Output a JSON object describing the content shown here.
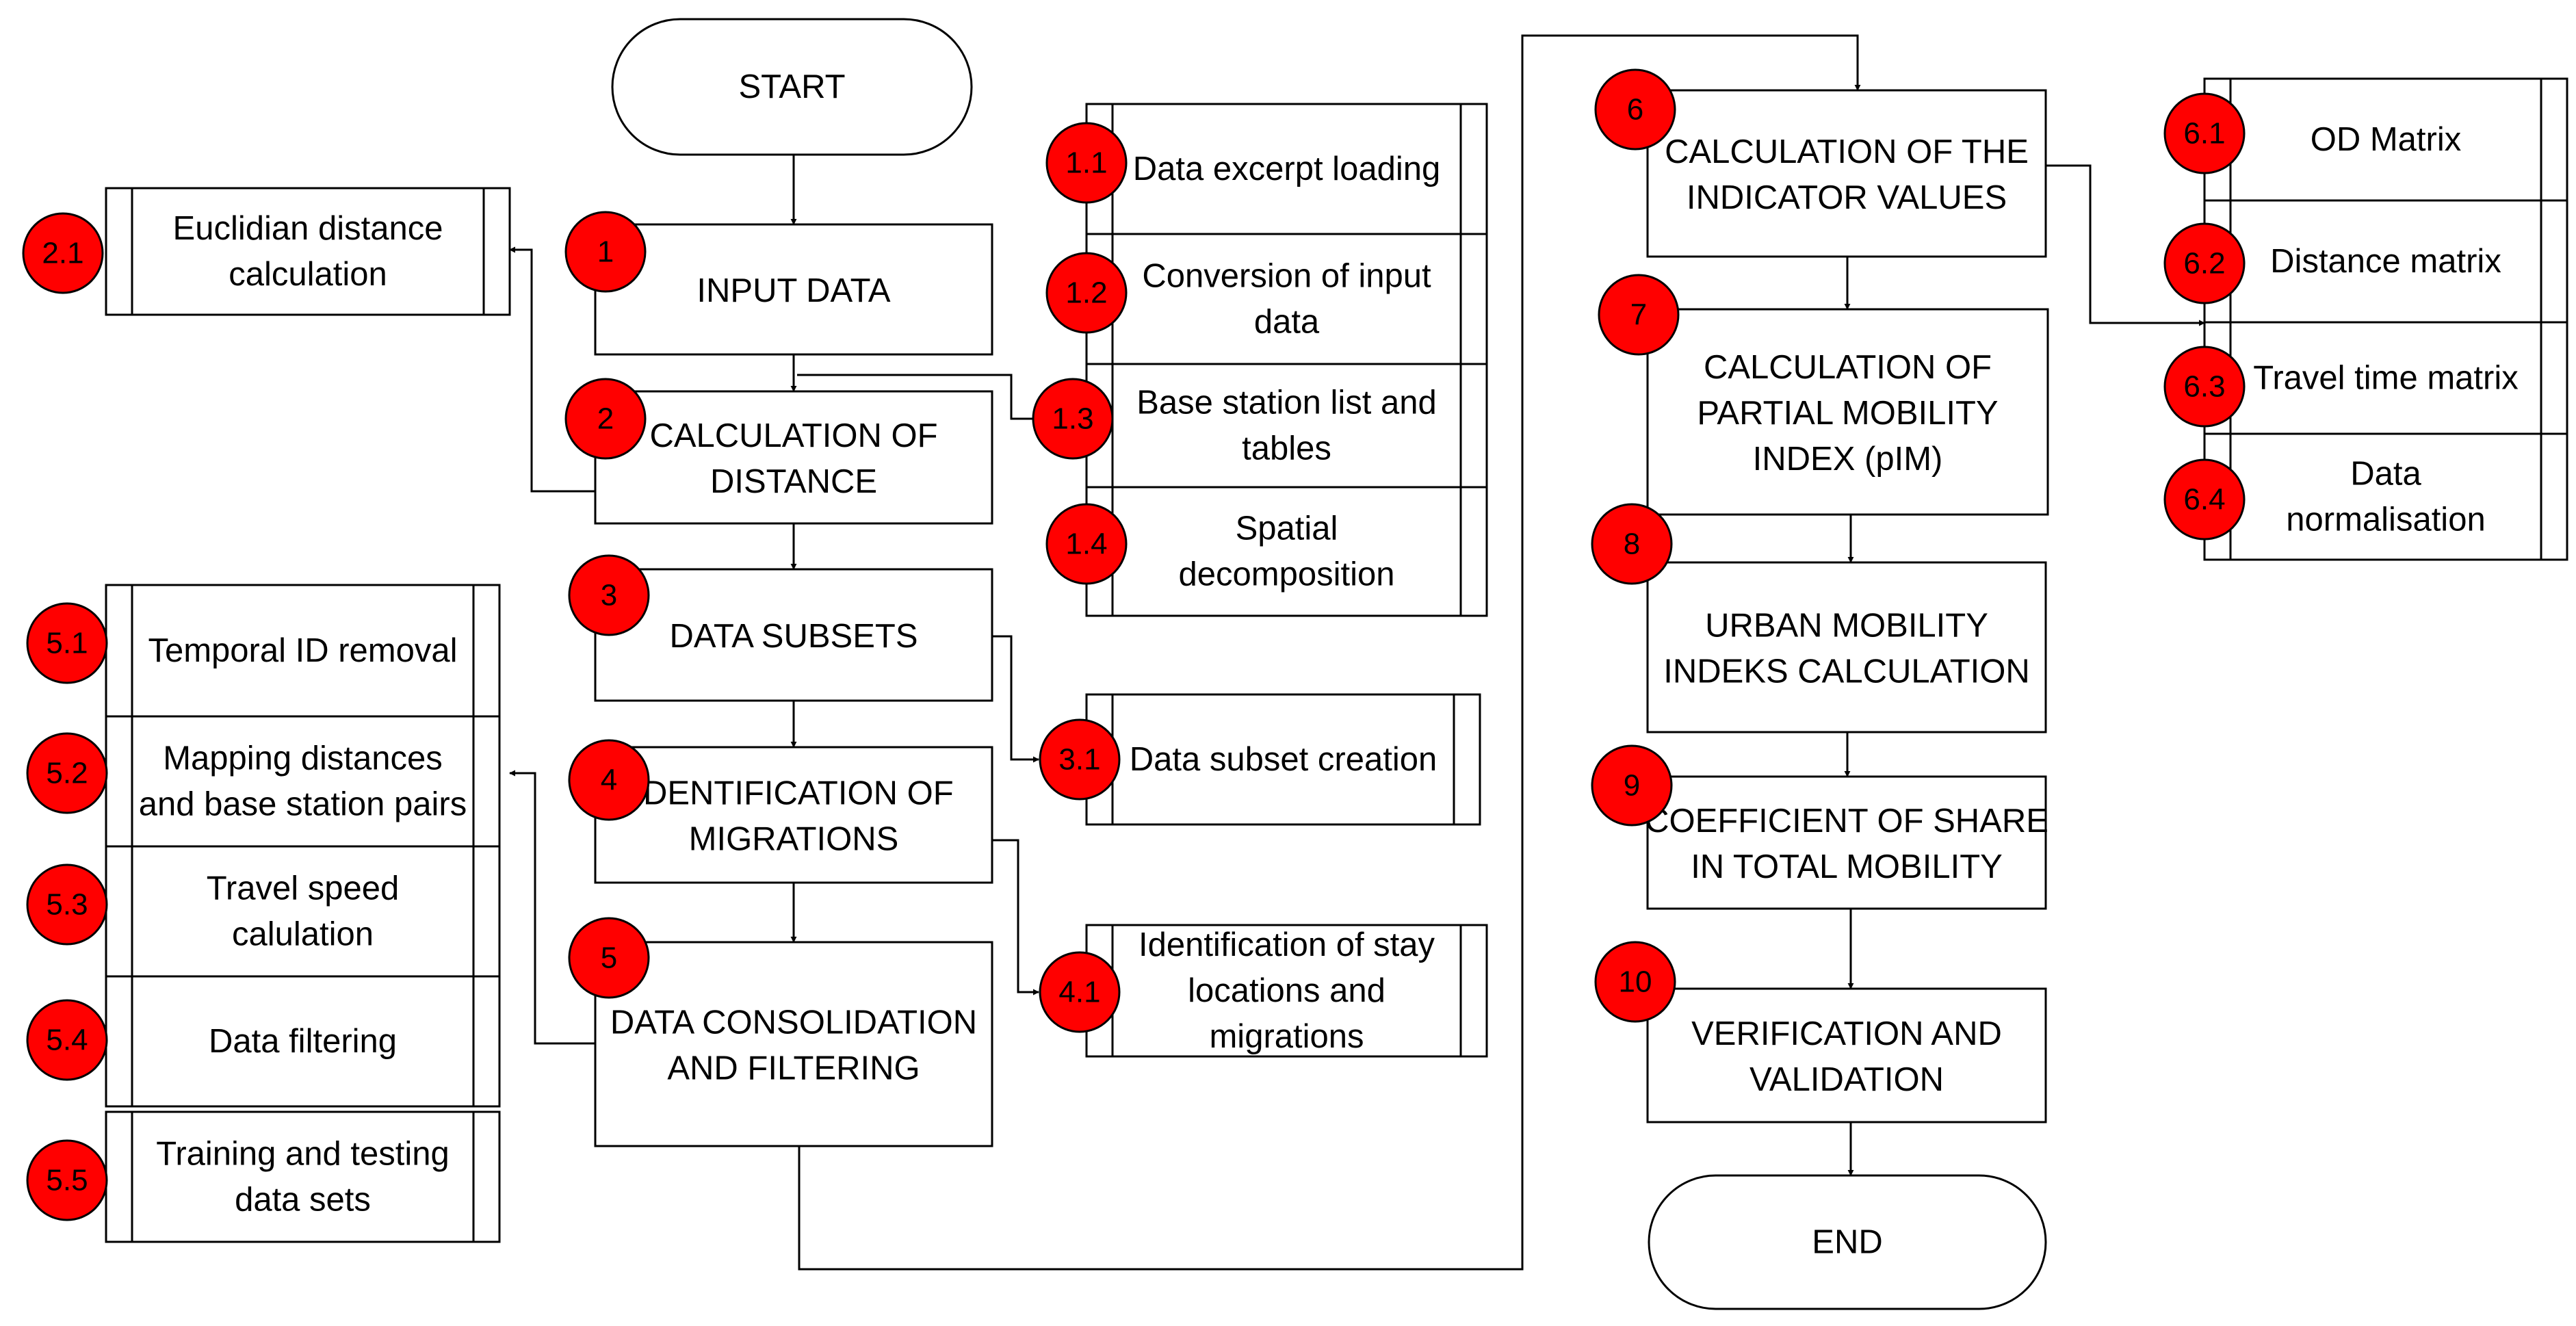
{
  "colors": {
    "badge": "#ff0000",
    "stroke": "#000000",
    "background": "#ffffff"
  },
  "terminals": {
    "start": "START",
    "end": "END"
  },
  "steps": [
    {
      "id": "1",
      "lines": [
        "INPUT DATA"
      ]
    },
    {
      "id": "2",
      "lines": [
        "CALCULATION OF",
        "DISTANCE"
      ]
    },
    {
      "id": "3",
      "lines": [
        "DATA SUBSETS"
      ]
    },
    {
      "id": "4",
      "lines": [
        "IDENTIFICATION OF",
        "MIGRATIONS"
      ]
    },
    {
      "id": "5",
      "lines": [
        "DATA CONSOLIDATION",
        "AND FILTERING"
      ]
    },
    {
      "id": "6",
      "lines": [
        "CALCULATION OF THE",
        "INDICATOR VALUES"
      ]
    },
    {
      "id": "7",
      "lines": [
        "CALCULATION OF",
        "PARTIAL MOBILITY",
        "INDEX (pIM)"
      ]
    },
    {
      "id": "8",
      "lines": [
        "URBAN MOBILITY",
        "INDEKS CALCULATION"
      ]
    },
    {
      "id": "9",
      "lines": [
        "COEFFICIENT OF SHARE",
        "IN TOTAL MOBILITY"
      ]
    },
    {
      "id": "10",
      "lines": [
        "VERIFICATION AND",
        "VALIDATION"
      ]
    }
  ],
  "subprocesses": [
    {
      "id": "1.1",
      "lines": [
        "Data excerpt loading"
      ]
    },
    {
      "id": "1.2",
      "lines": [
        "Conversion of input",
        "data"
      ]
    },
    {
      "id": "1.3",
      "lines": [
        "Base station list and",
        "tables"
      ]
    },
    {
      "id": "1.4",
      "lines": [
        "Spatial",
        "decomposition"
      ]
    },
    {
      "id": "2.1",
      "lines": [
        "Euclidian distance",
        "calculation"
      ]
    },
    {
      "id": "3.1",
      "lines": [
        "Data subset creation"
      ]
    },
    {
      "id": "4.1",
      "lines": [
        "Identification of stay",
        "locations and",
        "migrations"
      ]
    },
    {
      "id": "5.1",
      "lines": [
        "Temporal ID removal"
      ]
    },
    {
      "id": "5.2",
      "lines": [
        "Mapping distances",
        "and base station pairs"
      ]
    },
    {
      "id": "5.3",
      "lines": [
        "Travel speed",
        "calulation"
      ]
    },
    {
      "id": "5.4",
      "lines": [
        "Data filtering"
      ]
    },
    {
      "id": "5.5",
      "lines": [
        "Training and testing",
        "data sets"
      ]
    },
    {
      "id": "6.1",
      "lines": [
        "OD Matrix"
      ]
    },
    {
      "id": "6.2",
      "lines": [
        "Distance matrix"
      ]
    },
    {
      "id": "6.3",
      "lines": [
        "Travel time matrix"
      ]
    },
    {
      "id": "6.4",
      "lines": [
        "Data",
        "normalisation"
      ]
    }
  ]
}
